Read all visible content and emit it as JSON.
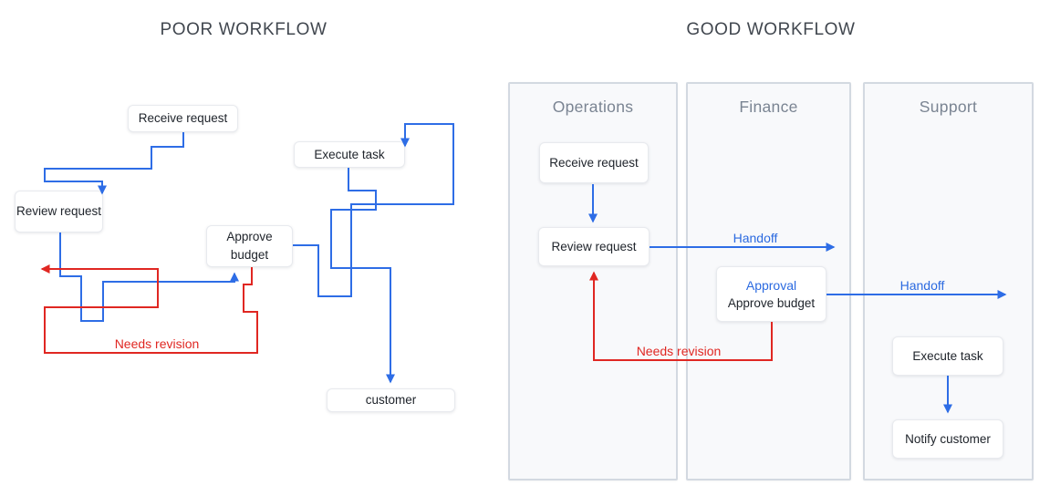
{
  "colors": {
    "flow_blue": "#2e6de6",
    "revision_red": "#e02722",
    "lane_fill": "#f8f9fb",
    "lane_border": "#d3d9e1",
    "lane_title_gray": "#7a8492",
    "node_border": "#e8eaee",
    "node_text": "#20252c",
    "title_gray": "#41474f"
  },
  "left": {
    "title": "POOR WORKFLOW",
    "nodes": {
      "receive": {
        "label": "Receive request"
      },
      "review": {
        "label": "Review request"
      },
      "execute": {
        "label": "Execute task"
      },
      "approve": {
        "label": "Approve budget"
      },
      "customer": {
        "label": "customer"
      }
    },
    "edge_labels": {
      "needs_revision": "Needs revision"
    },
    "edges": [
      {
        "from": "Receive request",
        "to": "Review request",
        "color": "blue"
      },
      {
        "from": "Review request",
        "to": "Approve budget",
        "color": "blue"
      },
      {
        "from": "Approve budget",
        "to": "Execute task",
        "color": "blue"
      },
      {
        "from": "Execute task",
        "to": "customer",
        "color": "blue"
      },
      {
        "from": "Approve budget",
        "to": "Review request",
        "color": "red",
        "label": "Needs revision"
      }
    ]
  },
  "right": {
    "title": "GOOD WORKFLOW",
    "lanes": [
      {
        "label": "Operations"
      },
      {
        "label": "Finance"
      },
      {
        "label": "Support"
      }
    ],
    "nodes": {
      "receive": {
        "label": "Receive request"
      },
      "review": {
        "label": "Review request"
      },
      "approve": {
        "badge": "Approval",
        "label": "Approve budget"
      },
      "execute": {
        "label": "Execute task"
      },
      "notify": {
        "label": "Notify customer"
      }
    },
    "edge_labels": {
      "handoff_finance": "Handoff",
      "handoff_support": "Handoff",
      "needs_revision": "Needs revision"
    },
    "edges": [
      {
        "from": "Receive request",
        "to": "Review request",
        "color": "blue"
      },
      {
        "from": "Review request",
        "to": "Finance lane",
        "color": "blue",
        "label": "Handoff"
      },
      {
        "from": "Approve budget",
        "to": "Support lane",
        "color": "blue",
        "label": "Handoff"
      },
      {
        "from": "Execute task",
        "to": "Notify customer",
        "color": "blue"
      },
      {
        "from": "Approve budget",
        "to": "Review request",
        "color": "red",
        "label": "Needs revision"
      }
    ]
  }
}
